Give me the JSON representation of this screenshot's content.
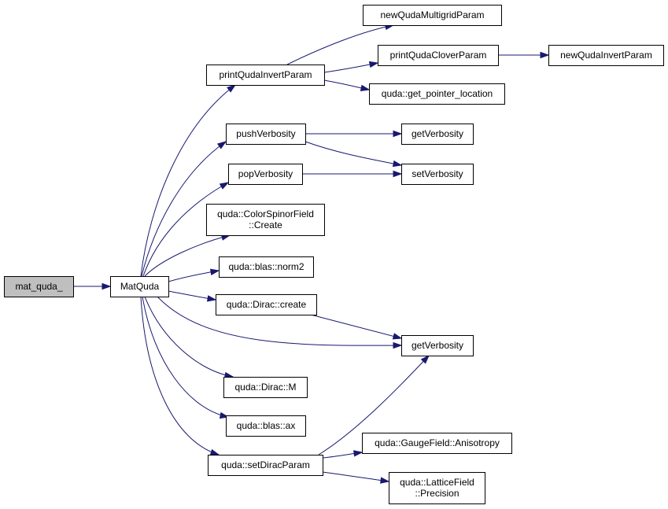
{
  "graph": {
    "nodes": {
      "mat_quda": {
        "lines": [
          "mat_quda_"
        ]
      },
      "matquda": {
        "lines": [
          "MatQuda"
        ]
      },
      "printinv": {
        "lines": [
          "printQudaInvertParam"
        ]
      },
      "newmg": {
        "lines": [
          "newQudaMultigridParam"
        ]
      },
      "printclover": {
        "lines": [
          "printQudaCloverParam"
        ]
      },
      "newinv": {
        "lines": [
          "newQudaInvertParam"
        ]
      },
      "getptr": {
        "lines": [
          "quda::get_pointer_location"
        ]
      },
      "pushv": {
        "lines": [
          "pushVerbosity"
        ]
      },
      "getv1": {
        "lines": [
          "getVerbosity"
        ]
      },
      "setv": {
        "lines": [
          "setVerbosity"
        ]
      },
      "popv": {
        "lines": [
          "popVerbosity"
        ]
      },
      "csfcreate": {
        "lines": [
          "quda::ColorSpinorField",
          "::Create"
        ]
      },
      "norm2": {
        "lines": [
          "quda::blas::norm2"
        ]
      },
      "diraccreate": {
        "lines": [
          "quda::Dirac::create"
        ]
      },
      "getv2": {
        "lines": [
          "getVerbosity"
        ]
      },
      "diracm": {
        "lines": [
          "quda::Dirac::M"
        ]
      },
      "blasax": {
        "lines": [
          "quda::blas::ax"
        ]
      },
      "setdirac": {
        "lines": [
          "quda::setDiracParam"
        ]
      },
      "aniso": {
        "lines": [
          "quda::GaugeField::Anisotropy"
        ]
      },
      "lfprec": {
        "lines": [
          "quda::LatticeField",
          "::Precision"
        ]
      }
    },
    "edges": [
      [
        "mat_quda",
        "matquda"
      ],
      [
        "matquda",
        "printinv"
      ],
      [
        "printinv",
        "newmg"
      ],
      [
        "printinv",
        "printclover"
      ],
      [
        "printclover",
        "newinv"
      ],
      [
        "printinv",
        "getptr"
      ],
      [
        "matquda",
        "pushv"
      ],
      [
        "pushv",
        "getv1"
      ],
      [
        "pushv",
        "setv"
      ],
      [
        "matquda",
        "popv"
      ],
      [
        "popv",
        "setv"
      ],
      [
        "matquda",
        "csfcreate"
      ],
      [
        "matquda",
        "norm2"
      ],
      [
        "matquda",
        "diraccreate"
      ],
      [
        "diraccreate",
        "getv2"
      ],
      [
        "matquda",
        "getv2"
      ],
      [
        "matquda",
        "diracm"
      ],
      [
        "matquda",
        "blasax"
      ],
      [
        "matquda",
        "setdirac"
      ],
      [
        "setdirac",
        "getv2"
      ],
      [
        "setdirac",
        "aniso"
      ],
      [
        "setdirac",
        "lfprec"
      ]
    ]
  }
}
